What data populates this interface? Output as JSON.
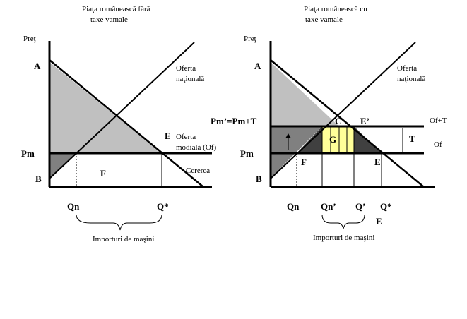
{
  "left": {
    "title_line1": "Piaţa românească fără",
    "title_line2": "taxe vamale",
    "y_axis": "Preţ",
    "A": "A",
    "B": "B",
    "Pm": "Pm",
    "E": "E",
    "F": "F",
    "supply_line1": "Oferta",
    "supply_line2": "naţională",
    "world_line1": "Oferta",
    "world_line2": "modială (Of)",
    "demand": "Cererea",
    "Qn": "Qn",
    "Qstar": "Q*",
    "imports": "Importuri de maşini"
  },
  "right": {
    "title_line1": "Piaţa românească cu",
    "title_line2": "taxe vamale",
    "y_axis": "Preţ",
    "A": "A",
    "B": "B",
    "Pm": "Pm",
    "Pm_tax": "Pm’=Pm+T",
    "C": "C",
    "E_prime": "E’",
    "E": "E",
    "F": "F",
    "G": "G",
    "T": "T",
    "supply_line1": "Oferta",
    "supply_line2": "naţională",
    "of_t": "Of+T",
    "of": "Of",
    "Qn": "Qn",
    "Qn_prime": "Qn’",
    "Q_prime": "Q’",
    "Qstar": "Q*",
    "E_bottom": "E",
    "imports": "Importuri de maşini"
  },
  "colors": {
    "light_gray": "#c0c0c0",
    "dark_gray": "#808080",
    "yellow": "#ffff99"
  }
}
